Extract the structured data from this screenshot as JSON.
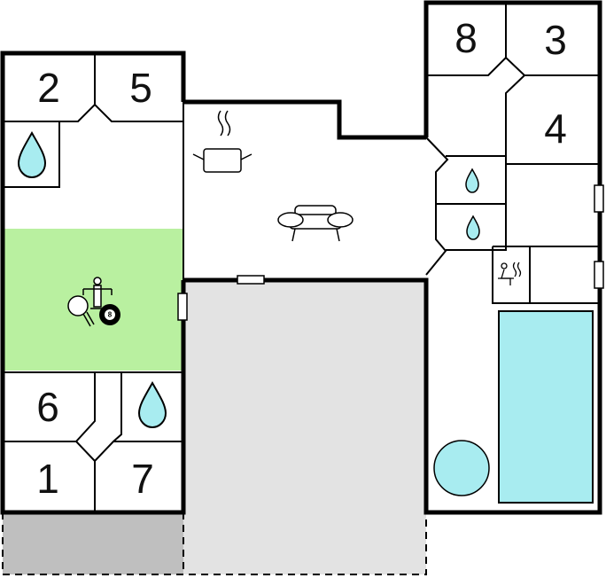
{
  "colors": {
    "wall": "#000000",
    "game_room": "#b9f0a0",
    "terrace": "#e3e3e3",
    "terrace_dark": "#bfbfbf",
    "water": "#a8ecf0",
    "pool": "#a8ecf0"
  },
  "rooms": {
    "bedroom_2": "2",
    "bedroom_5": "5",
    "bedroom_6": "6",
    "bedroom_1": "1",
    "bedroom_7": "7",
    "bedroom_8": "8",
    "bedroom_3": "3",
    "bedroom_4": "4"
  },
  "icons": [
    "water-drop-icon",
    "cooking-pot-icon",
    "sofa-icon",
    "table-football-icon",
    "ping-pong-icon",
    "billiard-ball-icon",
    "sauna-icon",
    "pool-icon",
    "hot-tub-icon"
  ],
  "billiard_ball_number": "8"
}
